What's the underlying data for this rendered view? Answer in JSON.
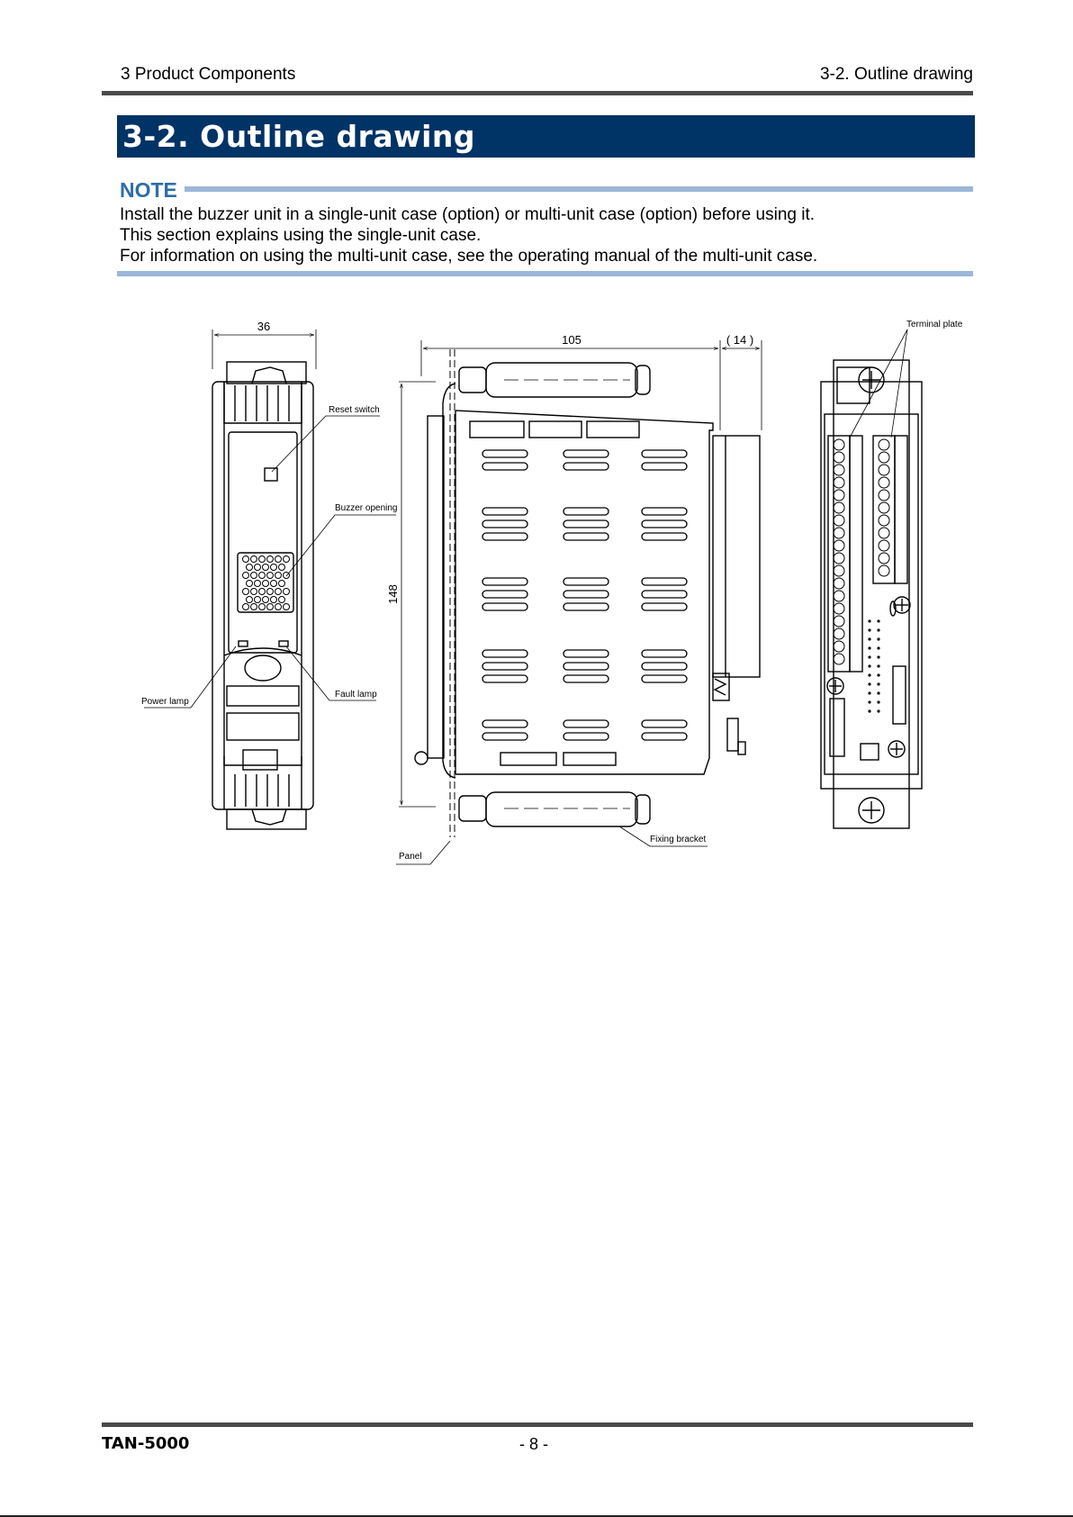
{
  "header": {
    "chapter": "3 Product Components",
    "section": "3-2. Outline drawing"
  },
  "section_title": "3-2. Outline drawing",
  "note": {
    "label": "NOTE",
    "lines": [
      "Install the buzzer unit in a single-unit case (option) or multi-unit case (option) before using it.",
      "This section explains using the single-unit case.",
      "For information on using the multi-unit case, see the operating manual of the multi-unit case."
    ]
  },
  "drawing": {
    "dimensions": {
      "front_width": "36",
      "side_depth": "105",
      "side_extra": "( 14 )",
      "height": "148"
    },
    "labels": {
      "reset_switch": "Reset switch",
      "buzzer_opening": "Buzzer opening",
      "power_lamp": "Power lamp",
      "fault_lamp": "Fault lamp",
      "panel": "Panel",
      "fixing_bracket": "Fixing bracket",
      "terminal_plate": "Terminal plate"
    }
  },
  "footer": {
    "model": "TAN-5000",
    "page": "- 8 -"
  }
}
